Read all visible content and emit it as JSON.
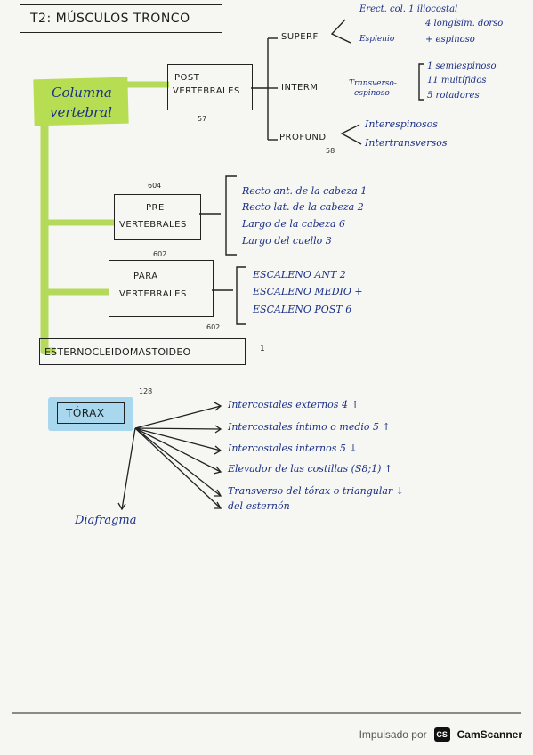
{
  "title": "T2: MÚSCULOS TRONCO",
  "columna": {
    "line1": "Columna",
    "line2": "vertebral"
  },
  "post": {
    "label1": "POST",
    "label2": "VERTEBRALES",
    "page": "57",
    "superf": {
      "label": "SUPERF",
      "items": [
        "Erect. col. 1 iliocostal",
        "4 longísim. dorso",
        "Esplenio",
        "+ espinoso"
      ]
    },
    "interm": {
      "label": "INTERM",
      "group1": "Transverso-",
      "group2": "espinoso",
      "items": [
        "1 semiespinoso",
        "11 multífidos",
        "5 rotadores"
      ]
    },
    "profund": {
      "label": "PROFUND",
      "page": "58",
      "items": [
        "Interespinosos",
        "Intertransversos"
      ]
    }
  },
  "pre": {
    "page": "604",
    "label1": "PRE",
    "label2": "VERTEBRALES",
    "page_bottom": "602",
    "items": [
      "Recto ant. de la cabeza 1",
      "Recto lat. de la cabeza 2",
      "Largo de la cabeza 6",
      "Largo del cuello 3"
    ]
  },
  "para": {
    "label1": "PARA",
    "label2": "VERTEBRALES",
    "page": "602",
    "items": [
      "ESCALENO ANT 2",
      "ESCALENO MEDIO +",
      "ESCALENO POST 6"
    ]
  },
  "ecm": {
    "label": "ESTERNOCLEIDOMASTOIDEO",
    "number": "1"
  },
  "torax": {
    "label": "TÓRAX",
    "page": "128",
    "items": [
      "Intercostales externos 4 ↑",
      "Intercostales íntimo o medio 5 ↑",
      "Intercostales internos 5 ↓",
      "Elevador de las costillas (S8;1) ↑",
      "Transverso del tórax o triangular ↓"
    ],
    "item5_line2": "del esternón",
    "diafragma": "Diafragma"
  },
  "footer": {
    "text": "Impulsado por",
    "logo": "CS",
    "brand": "CamScanner"
  },
  "colors": {
    "highlight_green": "#b7dd52",
    "highlight_blue": "#a9d7ee",
    "ink_blue": "#1a2f86",
    "ink_black": "#1c1c1c"
  }
}
